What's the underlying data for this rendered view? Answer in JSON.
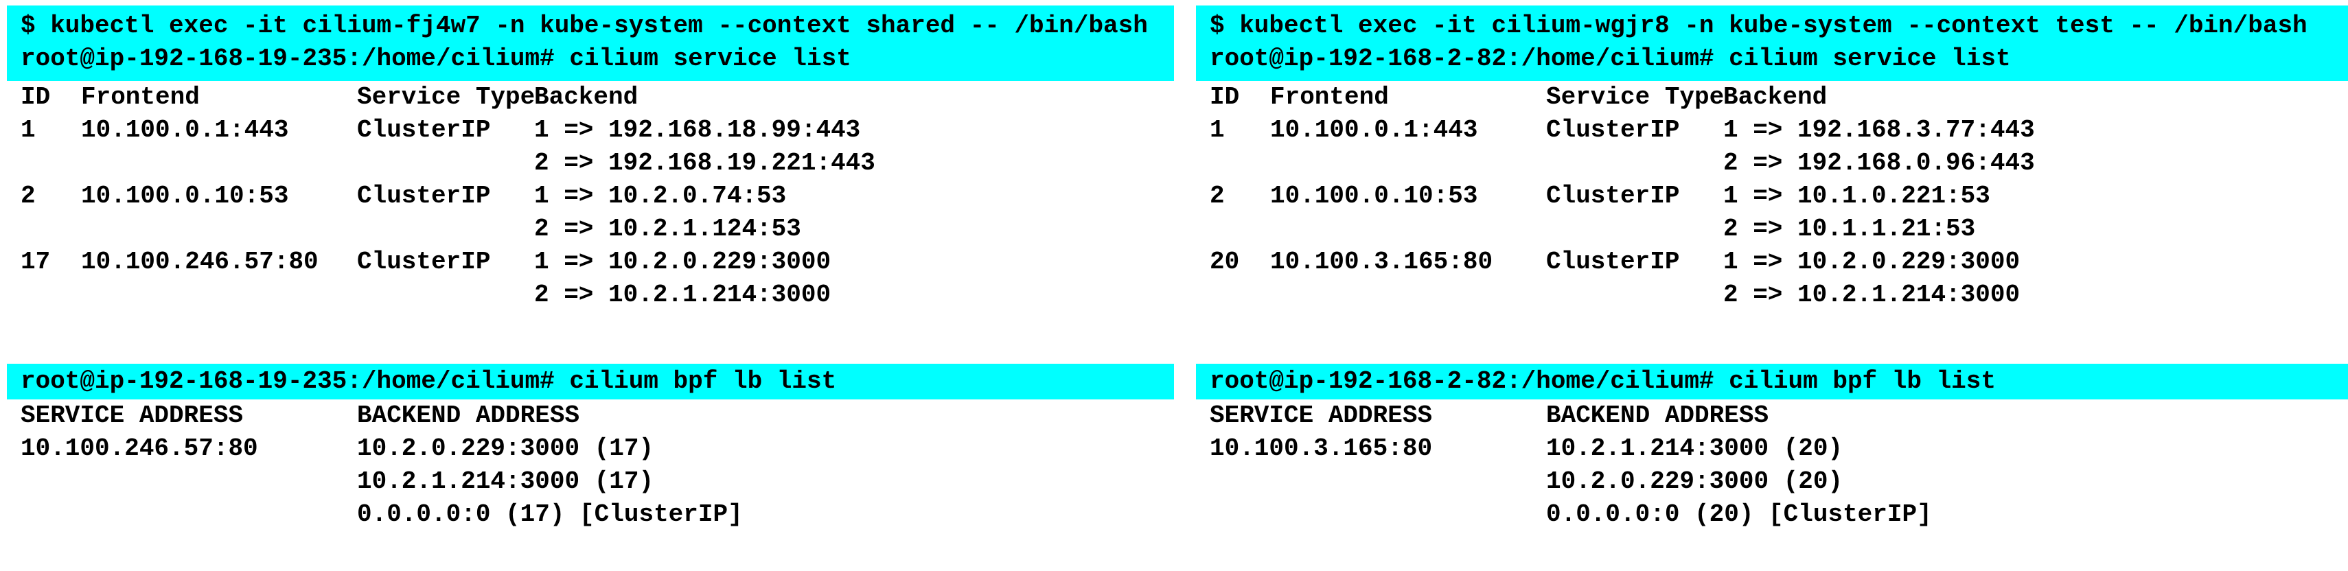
{
  "highlight_color": "#00ffff",
  "panels": [
    {
      "context_name": "shared",
      "session": {
        "command_line": "$ kubectl exec -it cilium-fj4w7 -n kube-system --context shared -- /bin/bash",
        "prompt_line": "root@ip-192-168-19-235:/home/cilium# cilium service list"
      },
      "service_list": {
        "headers": [
          "ID",
          "Frontend",
          "Service Type",
          "Backend"
        ],
        "rows": [
          {
            "id": "1",
            "frontend": "10.100.0.1:443",
            "service_type": "ClusterIP",
            "backends": [
              "1 => 192.168.18.99:443",
              "2 => 192.168.19.221:443"
            ]
          },
          {
            "id": "2",
            "frontend": "10.100.0.10:53",
            "service_type": "ClusterIP",
            "backends": [
              "1 => 10.2.0.74:53",
              "2 => 10.2.1.124:53"
            ]
          },
          {
            "id": "17",
            "frontend": "10.100.246.57:80",
            "service_type": "ClusterIP",
            "backends": [
              "1 => 10.2.0.229:3000",
              "2 => 10.2.1.214:3000"
            ]
          }
        ]
      },
      "bpf_lb": {
        "prompt_line": "root@ip-192-168-19-235:/home/cilium# cilium bpf lb list",
        "headers": [
          "SERVICE ADDRESS",
          "BACKEND ADDRESS"
        ],
        "rows": [
          {
            "service_address": "10.100.246.57:80",
            "backend_addresses": [
              "10.2.0.229:3000 (17)",
              "10.2.1.214:3000 (17)",
              "0.0.0.0:0 (17) [ClusterIP]"
            ]
          }
        ]
      }
    },
    {
      "context_name": "test",
      "session": {
        "command_line": "$ kubectl exec -it cilium-wgjr8 -n kube-system --context test -- /bin/bash",
        "prompt_line": "root@ip-192-168-2-82:/home/cilium# cilium service list"
      },
      "service_list": {
        "headers": [
          "ID",
          "Frontend",
          "Service Type",
          "Backend"
        ],
        "rows": [
          {
            "id": "1",
            "frontend": "10.100.0.1:443",
            "service_type": "ClusterIP",
            "backends": [
              "1 => 192.168.3.77:443",
              "2 => 192.168.0.96:443"
            ]
          },
          {
            "id": "2",
            "frontend": "10.100.0.10:53",
            "service_type": "ClusterIP",
            "backends": [
              "1 => 10.1.0.221:53",
              "2 => 10.1.1.21:53"
            ]
          },
          {
            "id": "20",
            "frontend": "10.100.3.165:80",
            "service_type": "ClusterIP",
            "backends": [
              "1 => 10.2.0.229:3000",
              "2 => 10.2.1.214:3000"
            ]
          }
        ]
      },
      "bpf_lb": {
        "prompt_line": "root@ip-192-168-2-82:/home/cilium# cilium bpf lb list",
        "headers": [
          "SERVICE ADDRESS",
          "BACKEND ADDRESS"
        ],
        "rows": [
          {
            "service_address": "10.100.3.165:80",
            "backend_addresses": [
              "10.2.1.214:3000 (20)",
              "10.2.0.229:3000 (20)",
              "0.0.0.0:0 (20) [ClusterIP]"
            ]
          }
        ]
      }
    }
  ]
}
